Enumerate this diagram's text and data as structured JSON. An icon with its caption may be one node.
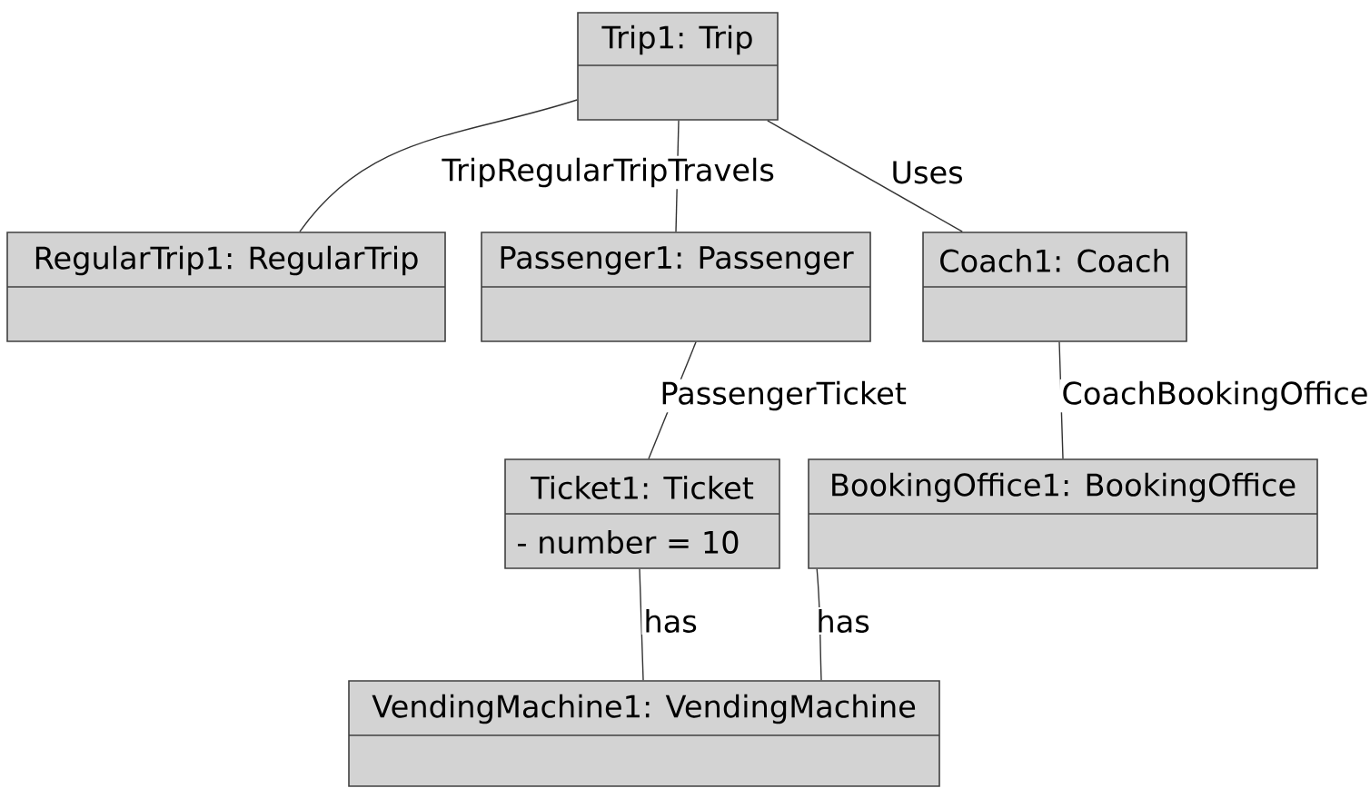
{
  "diagram": {
    "nodes": [
      {
        "text": [
          "Trip1: Trip"
        ]
      },
      {
        "text": [
          "RegularTrip1: RegularTrip"
        ]
      },
      {
        "text": [
          "Passenger1: Passenger"
        ]
      },
      {
        "text": [
          "Coach1: Coach"
        ]
      },
      {
        "text": [
          "Ticket1: Ticket",
          "- number = 10"
        ]
      },
      {
        "text": [
          "BookingOffice1: BookingOffice"
        ]
      },
      {
        "text": [
          "VendingMachine1: VendingMachine"
        ]
      }
    ],
    "edges": [
      {
        "from": 0,
        "to": 1,
        "arrow": "none",
        "label": "TripRegularTripTravels"
      },
      {
        "from": 0,
        "to": 2,
        "arrow": "none"
      },
      {
        "from": 0,
        "to": 3,
        "arrow": "none",
        "label": "Uses"
      },
      {
        "from": 2,
        "to": 4,
        "arrow": "none",
        "label": "PassengerTicket"
      },
      {
        "from": 3,
        "to": 5,
        "arrow": "none",
        "label": "CoachBookingOffice"
      },
      {
        "from": 4,
        "to": 6,
        "arrow": "none",
        "label": "has"
      },
      {
        "from": 5,
        "to": 6,
        "arrow": "none",
        "label": "has"
      }
    ]
  }
}
